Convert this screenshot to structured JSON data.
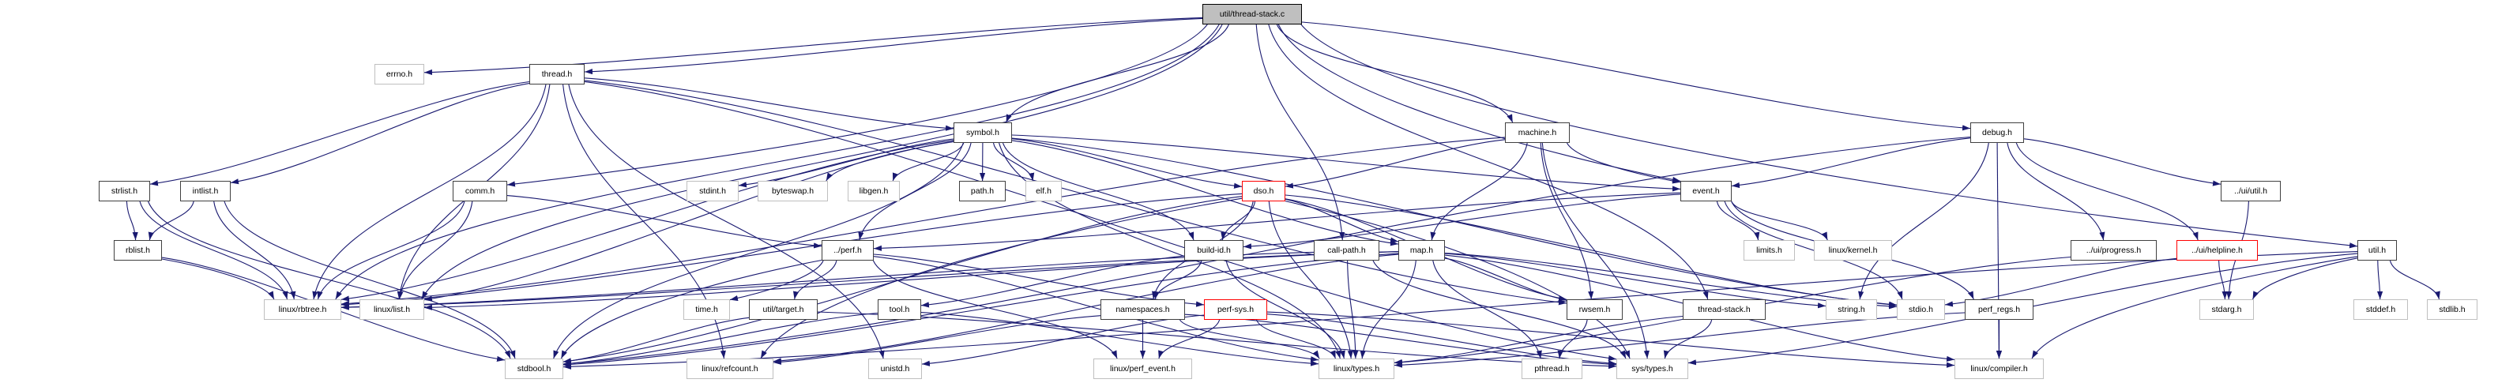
{
  "graph": {
    "root": "util/thread-stack.c",
    "nodes": [
      {
        "label": "util/thread-stack.c",
        "kind": "root"
      },
      {
        "label": "errno.h",
        "kind": "undocumented"
      },
      {
        "label": "thread.h",
        "kind": "documented"
      },
      {
        "label": "symbol.h",
        "kind": "documented"
      },
      {
        "label": "machine.h",
        "kind": "documented"
      },
      {
        "label": "debug.h",
        "kind": "documented"
      },
      {
        "label": "strlist.h",
        "kind": "documented"
      },
      {
        "label": "intlist.h",
        "kind": "documented"
      },
      {
        "label": "comm.h",
        "kind": "documented"
      },
      {
        "label": "stdint.h",
        "kind": "undocumented"
      },
      {
        "label": "byteswap.h",
        "kind": "undocumented"
      },
      {
        "label": "libgen.h",
        "kind": "undocumented"
      },
      {
        "label": "path.h",
        "kind": "documented"
      },
      {
        "label": "elf.h",
        "kind": "undocumented"
      },
      {
        "label": "dso.h",
        "kind": "truncated"
      },
      {
        "label": "event.h",
        "kind": "documented"
      },
      {
        "label": "../ui/util.h",
        "kind": "documented"
      },
      {
        "label": "rblist.h",
        "kind": "documented"
      },
      {
        "label": "../perf.h",
        "kind": "documented"
      },
      {
        "label": "build-id.h",
        "kind": "documented"
      },
      {
        "label": "call-path.h",
        "kind": "documented"
      },
      {
        "label": "map.h",
        "kind": "documented"
      },
      {
        "label": "limits.h",
        "kind": "undocumented"
      },
      {
        "label": "linux/kernel.h",
        "kind": "undocumented"
      },
      {
        "label": "../ui/progress.h",
        "kind": "documented"
      },
      {
        "label": "../ui/helpline.h",
        "kind": "truncated"
      },
      {
        "label": "util.h",
        "kind": "documented"
      },
      {
        "label": "linux/rbtree.h",
        "kind": "undocumented"
      },
      {
        "label": "linux/list.h",
        "kind": "undocumented"
      },
      {
        "label": "time.h",
        "kind": "undocumented"
      },
      {
        "label": "util/target.h",
        "kind": "documented"
      },
      {
        "label": "tool.h",
        "kind": "documented"
      },
      {
        "label": "namespaces.h",
        "kind": "documented"
      },
      {
        "label": "perf-sys.h",
        "kind": "truncated"
      },
      {
        "label": "rwsem.h",
        "kind": "documented"
      },
      {
        "label": "thread-stack.h",
        "kind": "documented"
      },
      {
        "label": "string.h",
        "kind": "undocumented"
      },
      {
        "label": "stdio.h",
        "kind": "undocumented"
      },
      {
        "label": "perf_regs.h",
        "kind": "documented"
      },
      {
        "label": "stdarg.h",
        "kind": "undocumented"
      },
      {
        "label": "stddef.h",
        "kind": "undocumented"
      },
      {
        "label": "stdlib.h",
        "kind": "undocumented"
      },
      {
        "label": "stdbool.h",
        "kind": "undocumented"
      },
      {
        "label": "linux/refcount.h",
        "kind": "undocumented"
      },
      {
        "label": "unistd.h",
        "kind": "undocumented"
      },
      {
        "label": "linux/perf_event.h",
        "kind": "undocumented"
      },
      {
        "label": "linux/types.h",
        "kind": "undocumented"
      },
      {
        "label": "pthread.h",
        "kind": "undocumented"
      },
      {
        "label": "sys/types.h",
        "kind": "undocumented"
      },
      {
        "label": "linux/compiler.h",
        "kind": "undocumented"
      }
    ],
    "edges": [
      [
        "util/thread-stack.c",
        "errno.h"
      ],
      [
        "util/thread-stack.c",
        "thread.h"
      ],
      [
        "util/thread-stack.c",
        "comm.h"
      ],
      [
        "util/thread-stack.c",
        "symbol.h"
      ],
      [
        "util/thread-stack.c",
        "call-path.h"
      ],
      [
        "util/thread-stack.c",
        "machine.h"
      ],
      [
        "util/thread-stack.c",
        "thread-stack.h"
      ],
      [
        "util/thread-stack.c",
        "event.h"
      ],
      [
        "util/thread-stack.c",
        "debug.h"
      ],
      [
        "util/thread-stack.c",
        "util.h"
      ],
      [
        "util/thread-stack.c",
        "linux/rbtree.h"
      ],
      [
        "util/thread-stack.c",
        "linux/list.h"
      ],
      [
        "thread.h",
        "strlist.h"
      ],
      [
        "thread.h",
        "intlist.h"
      ],
      [
        "thread.h",
        "symbol.h"
      ],
      [
        "thread.h",
        "rwsem.h"
      ],
      [
        "thread.h",
        "sys/types.h"
      ],
      [
        "thread.h",
        "unistd.h"
      ],
      [
        "thread.h",
        "linux/refcount.h"
      ],
      [
        "thread.h",
        "linux/rbtree.h"
      ],
      [
        "thread.h",
        "linux/list.h"
      ],
      [
        "symbol.h",
        "stdint.h"
      ],
      [
        "symbol.h",
        "byteswap.h"
      ],
      [
        "symbol.h",
        "libgen.h"
      ],
      [
        "symbol.h",
        "path.h"
      ],
      [
        "symbol.h",
        "elf.h"
      ],
      [
        "symbol.h",
        "dso.h"
      ],
      [
        "symbol.h",
        "build-id.h"
      ],
      [
        "symbol.h",
        "map.h"
      ],
      [
        "symbol.h",
        "event.h"
      ],
      [
        "symbol.h",
        "../perf.h"
      ],
      [
        "symbol.h",
        "linux/list.h"
      ],
      [
        "symbol.h",
        "linux/rbtree.h"
      ],
      [
        "symbol.h",
        "stdbool.h"
      ],
      [
        "symbol.h",
        "linux/types.h"
      ],
      [
        "symbol.h",
        "stdio.h"
      ],
      [
        "machine.h",
        "dso.h"
      ],
      [
        "machine.h",
        "map.h"
      ],
      [
        "machine.h",
        "event.h"
      ],
      [
        "machine.h",
        "rwsem.h"
      ],
      [
        "machine.h",
        "sys/types.h"
      ],
      [
        "machine.h",
        "linux/rbtree.h"
      ],
      [
        "debug.h",
        "event.h"
      ],
      [
        "debug.h",
        "../ui/util.h"
      ],
      [
        "debug.h",
        "../ui/progress.h"
      ],
      [
        "debug.h",
        "../ui/helpline.h"
      ],
      [
        "debug.h",
        "string.h"
      ],
      [
        "debug.h",
        "stdbool.h"
      ],
      [
        "debug.h",
        "linux/compiler.h"
      ],
      [
        "strlist.h",
        "rblist.h"
      ],
      [
        "strlist.h",
        "linux/rbtree.h"
      ],
      [
        "strlist.h",
        "stdbool.h"
      ],
      [
        "intlist.h",
        "rblist.h"
      ],
      [
        "intlist.h",
        "linux/rbtree.h"
      ],
      [
        "intlist.h",
        "stdbool.h"
      ],
      [
        "rblist.h",
        "linux/rbtree.h"
      ],
      [
        "rblist.h",
        "stdbool.h"
      ],
      [
        "comm.h",
        "../perf.h"
      ],
      [
        "comm.h",
        "linux/rbtree.h"
      ],
      [
        "comm.h",
        "linux/list.h"
      ],
      [
        "dso.h",
        "build-id.h"
      ],
      [
        "dso.h",
        "map.h"
      ],
      [
        "dso.h",
        "namespaces.h"
      ],
      [
        "dso.h",
        "rwsem.h"
      ],
      [
        "dso.h",
        "linux/types.h"
      ],
      [
        "dso.h",
        "sys/types.h"
      ],
      [
        "dso.h",
        "linux/rbtree.h"
      ],
      [
        "dso.h",
        "stdbool.h"
      ],
      [
        "dso.h",
        "linux/refcount.h"
      ],
      [
        "dso.h",
        "stdio.h"
      ],
      [
        "event.h",
        "limits.h"
      ],
      [
        "event.h",
        "linux/kernel.h"
      ],
      [
        "event.h",
        "stdio.h"
      ],
      [
        "event.h",
        "../perf.h"
      ],
      [
        "event.h",
        "build-id.h"
      ],
      [
        "event.h",
        "perf_regs.h"
      ],
      [
        "../ui/util.h",
        "stdarg.h"
      ],
      [
        "../perf.h",
        "time.h"
      ],
      [
        "../perf.h",
        "util/target.h"
      ],
      [
        "../perf.h",
        "perf-sys.h"
      ],
      [
        "../perf.h",
        "linux/perf_event.h"
      ],
      [
        "../perf.h",
        "linux/types.h"
      ],
      [
        "../perf.h",
        "stdbool.h"
      ],
      [
        "build-id.h",
        "tool.h"
      ],
      [
        "build-id.h",
        "namespaces.h"
      ],
      [
        "build-id.h",
        "linux/types.h"
      ],
      [
        "call-path.h",
        "linux/types.h"
      ],
      [
        "call-path.h",
        "sys/types.h"
      ],
      [
        "call-path.h",
        "linux/rbtree.h"
      ],
      [
        "map.h",
        "rwsem.h"
      ],
      [
        "map.h",
        "linux/types.h"
      ],
      [
        "map.h",
        "pthread.h"
      ],
      [
        "map.h",
        "string.h"
      ],
      [
        "map.h",
        "stdio.h"
      ],
      [
        "map.h",
        "stdbool.h"
      ],
      [
        "map.h",
        "linux/list.h"
      ],
      [
        "map.h",
        "linux/rbtree.h"
      ],
      [
        "map.h",
        "linux/refcount.h"
      ],
      [
        "map.h",
        "linux/compiler.h"
      ],
      [
        "../ui/progress.h",
        "linux/types.h"
      ],
      [
        "../ui/helpline.h",
        "stdio.h"
      ],
      [
        "../ui/helpline.h",
        "stdarg.h"
      ],
      [
        "util.h",
        "stdarg.h"
      ],
      [
        "util.h",
        "stddef.h"
      ],
      [
        "util.h",
        "stdlib.h"
      ],
      [
        "util.h",
        "linux/compiler.h"
      ],
      [
        "util.h",
        "sys/types.h"
      ],
      [
        "util.h",
        "stdbool.h"
      ],
      [
        "util/target.h",
        "stdbool.h"
      ],
      [
        "util/target.h",
        "sys/types.h"
      ],
      [
        "tool.h",
        "stdbool.h"
      ],
      [
        "tool.h",
        "linux/types.h"
      ],
      [
        "namespaces.h",
        "linux/perf_event.h"
      ],
      [
        "namespaces.h",
        "linux/refcount.h"
      ],
      [
        "namespaces.h",
        "linux/types.h"
      ],
      [
        "namespaces.h",
        "sys/types.h"
      ],
      [
        "perf-sys.h",
        "unistd.h"
      ],
      [
        "perf-sys.h",
        "sys/types.h"
      ],
      [
        "perf-sys.h",
        "linux/types.h"
      ],
      [
        "perf-sys.h",
        "linux/compiler.h"
      ],
      [
        "perf-sys.h",
        "linux/perf_event.h"
      ],
      [
        "rwsem.h",
        "pthread.h"
      ],
      [
        "thread-stack.h",
        "sys/types.h"
      ],
      [
        "thread-stack.h",
        "linux/types.h"
      ],
      [
        "perf_regs.h",
        "linux/compiler.h"
      ],
      [
        "perf_regs.h",
        "linux/types.h"
      ]
    ]
  },
  "colors": {
    "background": "#ffffff",
    "edge": "#191970",
    "root_fill": "#bfbfbf",
    "documented_border": "#404040",
    "undocumented_border": "#bfbfbf",
    "truncated_border": "#ff0000"
  }
}
